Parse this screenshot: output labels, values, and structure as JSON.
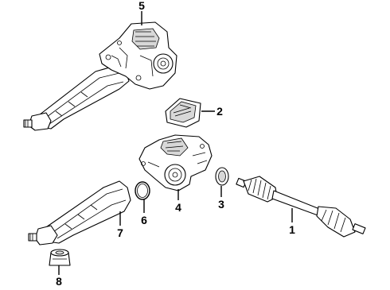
{
  "diagram": {
    "callouts": [
      {
        "id": "c1",
        "label": "1"
      },
      {
        "id": "c2",
        "label": "2"
      },
      {
        "id": "c3",
        "label": "3"
      },
      {
        "id": "c4",
        "label": "4"
      },
      {
        "id": "c5",
        "label": "5"
      },
      {
        "id": "c6",
        "label": "6"
      },
      {
        "id": "c7",
        "label": "7"
      },
      {
        "id": "c8",
        "label": "8"
      }
    ]
  }
}
